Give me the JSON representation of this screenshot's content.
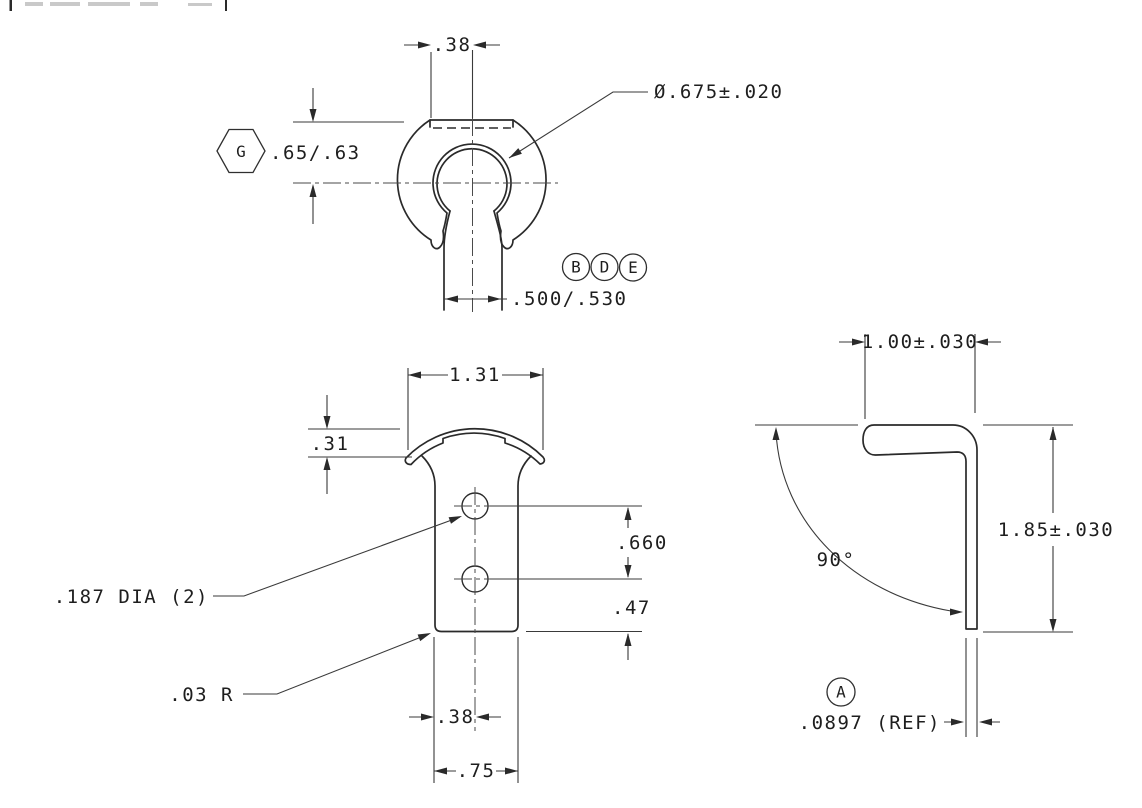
{
  "drawing": {
    "top_view": {
      "flat_width": ".38",
      "clamp_height": ".65/.63",
      "bore_dia": "Ø.675±.020",
      "slot_width": ".500/.530",
      "datum_g": "G",
      "datum_b": "B",
      "datum_d": "D",
      "datum_e": "E"
    },
    "front_view": {
      "top_width": "1.31",
      "crown_height": ".31",
      "hole_spacing": ".660",
      "hole_to_base": ".47",
      "hole_offset": ".38",
      "base_width": ".75",
      "holes_note": ".187 DIA (2)",
      "corner_radius": ".03 R"
    },
    "side_view": {
      "flange_length": "1.00±.030",
      "overall_height": "1.85±.030",
      "bend_angle": "90°",
      "thickness_ref": ".0897 (REF)",
      "datum_a": "A"
    }
  }
}
